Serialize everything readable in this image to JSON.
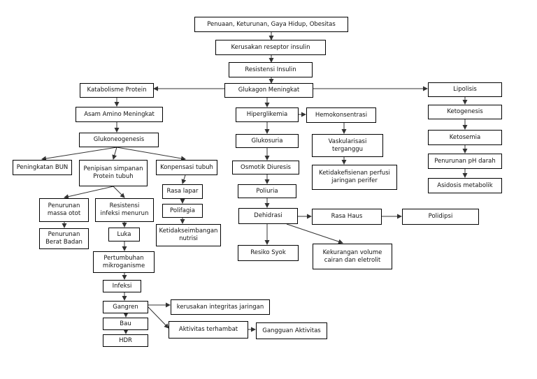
{
  "nodes": {
    "n_causes": "Penuaan, Keturunan, Gaya Hidup, Obesitas",
    "n_receptor": "Kerusakan reseptor insulin",
    "n_resistensi": "Resistensi Insulin",
    "n_glukagon": "Glukagon Meningkat",
    "n_katabolisme": "Katabolisme Protein",
    "n_asamamino": "Asam Amino Meningkat",
    "n_glukoneo": "Glukoneogenesis",
    "n_bun": "Peningkatan BUN",
    "n_pipis": "Penipisan simpanan\nProtein  tubuh",
    "n_kompensasi": "Konpensasi tubuh",
    "n_massa": "Penurunan\nmassa otot",
    "n_bb": "Penurunan\nBerat Badan",
    "n_resinf": "Resistensi\ninfeksi menurun",
    "n_luka": "Luka",
    "n_mikro": "Pertumbuhan\nmikroganisme",
    "n_infeksi": "Infeksi",
    "n_gangren": "Gangren",
    "n_bau": "Bau",
    "n_hdr": "HDR",
    "n_kerusakan": "kerusakan integritas  jaringan",
    "n_aktivitas": "Aktivitas terhambat",
    "n_gangguan": "Gangguan Aktivitas",
    "n_lapar": "Rasa lapar",
    "n_polifagia": "Polifagia",
    "n_ketidak": "Ketidakseimbangan\nnutrisi",
    "n_hiperglik": "Hiperglikemia",
    "n_glukosuria": "Glukosuria",
    "n_osmotik": "Osmotik  Diuresis",
    "n_poliuria": "Poliuria",
    "n_dehidrasi": "Dehidrasi",
    "n_syok": "Resiko  Syok",
    "n_kekurangan": "Kekurangan  volume\ncairan dan eletrolit",
    "n_haus": "Rasa Haus",
    "n_polidipsi": "Polidipsi",
    "n_hemo": "Hemokonsentrasi",
    "n_vaskul": "Vaskularisasi\nterganggu",
    "n_perfusi": "Ketidakefisienan perfusi\njaringan perifer",
    "n_lipolisis": "Lipolisis",
    "n_ketogen": "Ketogenesis",
    "n_ketosemia": "Ketosemia",
    "n_ph": "Penurunan pH darah",
    "n_asidosis": "Asidosis  metabolik"
  }
}
